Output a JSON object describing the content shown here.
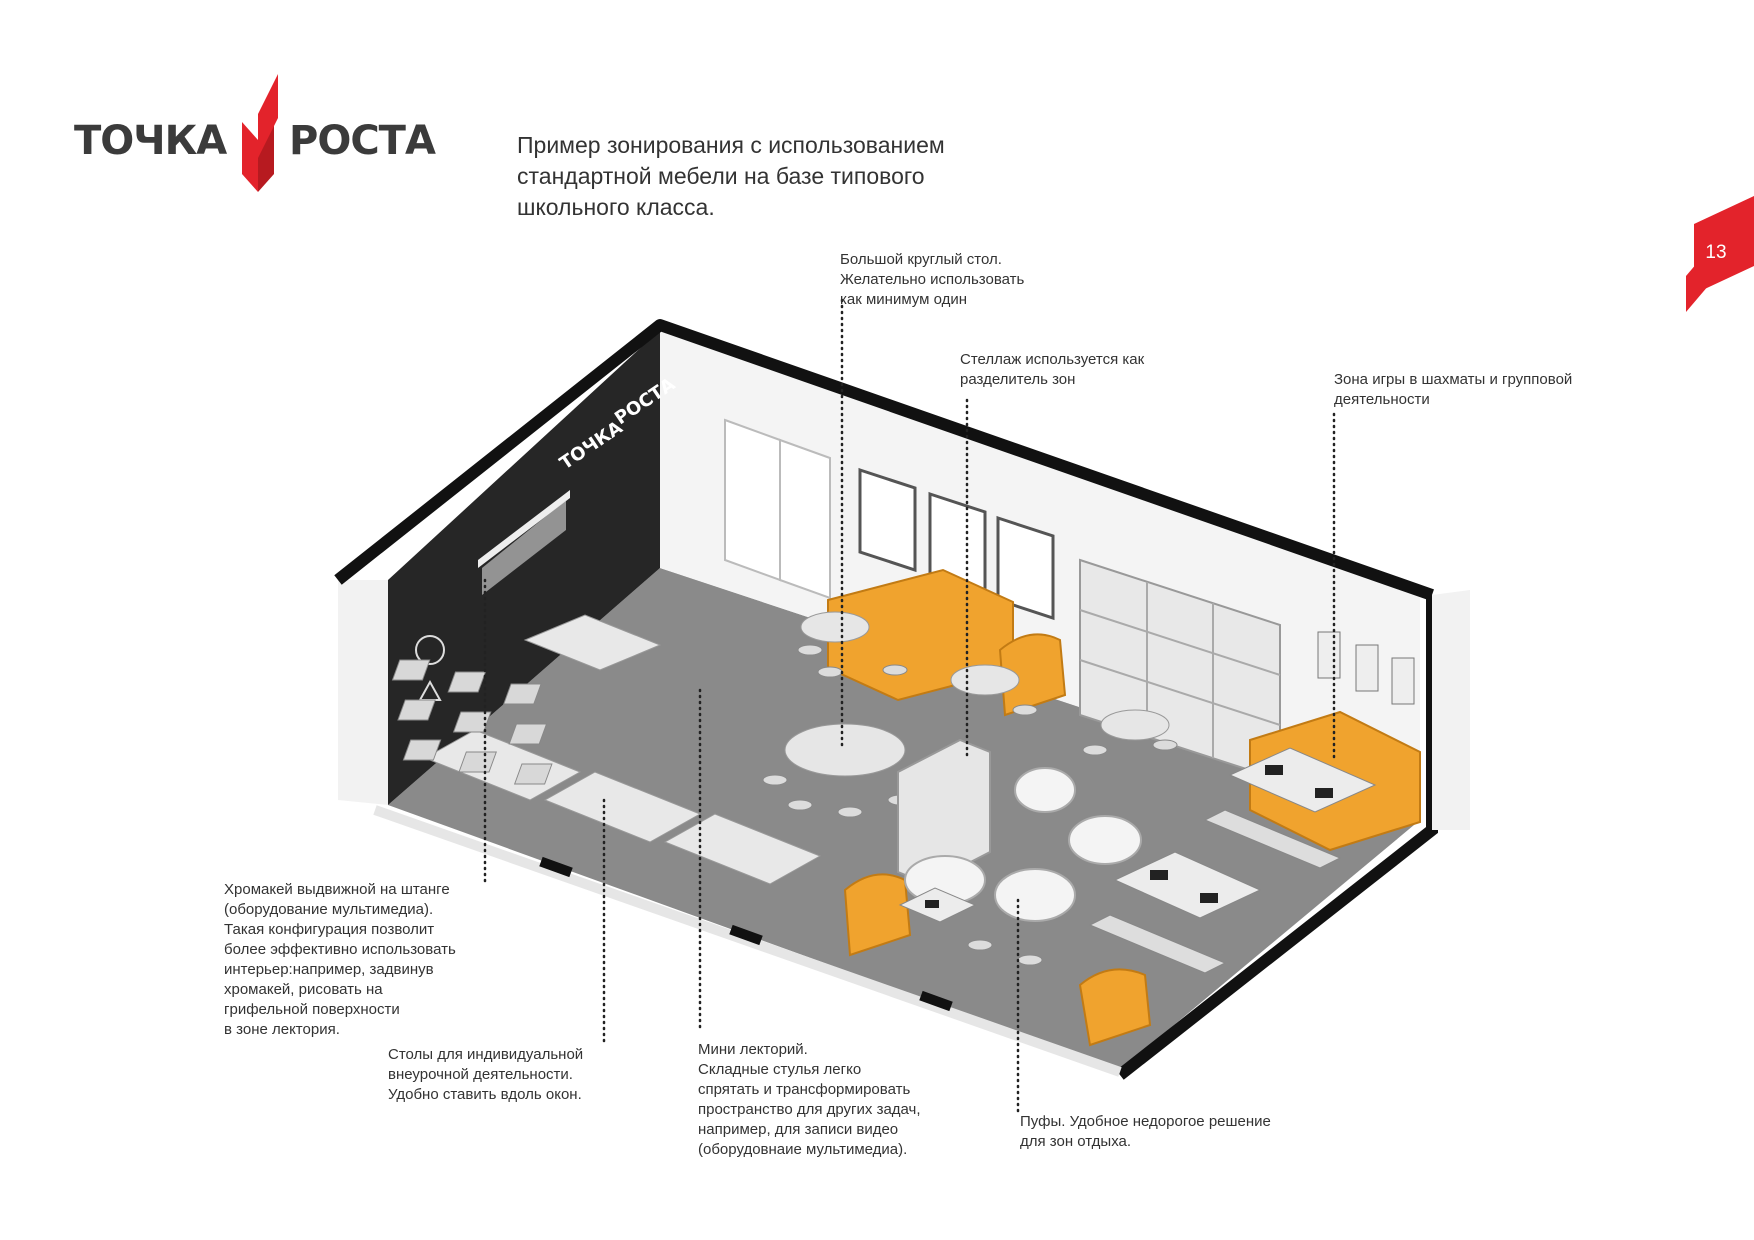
{
  "logo": {
    "left_word": "ТОЧКА",
    "right_word": "РОСТА",
    "mural_left": "ТОЧКА",
    "mural_right": "РОСТА"
  },
  "title": {
    "lines": [
      "Пример зонирования с использованием",
      "стандартной мебели на базе типового",
      "школьного класса."
    ]
  },
  "page_number": "13",
  "colors": {
    "brand_red": "#e3232b",
    "furniture_orange": "#f0a32e",
    "floor_gray": "#8a8a8a",
    "wall_black": "#1e1e1e"
  },
  "annotations": {
    "round_table": [
      "Большой круглый стол.",
      "Желательно использовать",
      "как минимум один"
    ],
    "shelving": [
      "Стеллаж используется как",
      "разделитель зон"
    ],
    "chess_zone": [
      "Зона игры в шахматы и групповой",
      "деятельности"
    ],
    "chromakey": [
      "Хромакей выдвижной на штанге",
      "(оборудование мультимедиа).",
      "Такая  конфигурация позволит",
      "более эффективно использовать",
      "интерьер:например, задвинув",
      "хромакей, рисовать на",
      "грифельной поверхности",
      "в зоне лектория."
    ],
    "tables": [
      "Столы для индивидуальной",
      "внеурочной деятельности.",
      "Удобно ставить вдоль окон."
    ],
    "mini_lecture": [
      "Мини лекторий.",
      "Складные стулья легко",
      "спрятать и трансформировать",
      "пространство для других задач,",
      "например, для записи видео",
      "(оборудовнаие мультимедиа)."
    ],
    "poufs": [
      "Пуфы. Удобное недорогое решение",
      "для зон отдыха."
    ]
  }
}
